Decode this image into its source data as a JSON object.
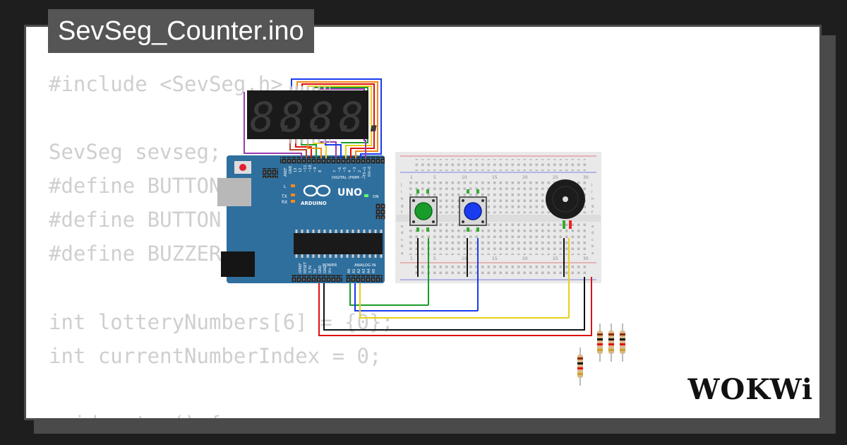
{
  "window": {
    "title": "SevSeg_Counter.ino"
  },
  "code_lines": [
    "#include <SevSeg.h>",
    "",
    "SevSeg sevseg;",
    "#define BUTTON",
    "#define BUTTON",
    "#define BUZZER",
    "",
    "int lotteryNumbers[6] = {0};",
    "int currentNumberIndex = 0;",
    "",
    "void setup() {"
  ],
  "code_text": "#include <SevSeg.h>\n\nSevSeg sevseg;\n#define BUTTON\n#define BUTTON\n#define BUZZER\n\nint lotteryNumbers[6] = {0};\nint currentNumberIndex = 0;\n\nvoid setup() {",
  "arduino": {
    "board_name": "UNO",
    "brand": "ARDUINO",
    "digital_label": "DIGITAL (PWM ~)",
    "analog_label": "ANALOG IN",
    "power_label": "POWER",
    "led_labels": [
      "L",
      "TX",
      "RX"
    ],
    "on_label": "ON",
    "aref_label": "AREF",
    "gnd_label": "GND",
    "digital_pins": [
      "13",
      "12",
      "~11",
      "~10",
      "~9",
      "8",
      "7",
      "~6",
      "~5",
      "4",
      "~3",
      "2",
      "TX→1",
      "RX←0"
    ],
    "power_pins": [
      "IOREF",
      "RESET",
      "3.3V",
      "5V",
      "GND",
      "GND",
      "Vin"
    ],
    "analog_pins": [
      "A0",
      "A1",
      "A2",
      "A3",
      "A4",
      "A5"
    ]
  },
  "display": {
    "digits": [
      "8.",
      "8.",
      "8.",
      "8."
    ]
  },
  "breadboard": {
    "column_numbers": [
      "1",
      "5",
      "10",
      "15",
      "20",
      "25",
      "30"
    ],
    "row_letters": [
      "j",
      "i",
      "h",
      "g",
      "f",
      "e",
      "d",
      "c",
      "b",
      "a"
    ]
  },
  "logo": "WOKWi",
  "colors": {
    "page_bg": "#1e1e1e",
    "card_border": "#4a4a4a",
    "title_bg": "#555555",
    "arduino_blue": "#2f6f9e",
    "button_green": "#1a9c2a",
    "button_blue": "#1a3cf0",
    "wire_red": "#e01010",
    "wire_yellow": "#e8d01a",
    "wire_purple": "#9a3ab0",
    "wire_orange": "#f08a1a"
  },
  "icons": [
    "seven-segment-display",
    "arduino-uno",
    "breadboard",
    "pushbutton",
    "buzzer",
    "resistor",
    "usb-port",
    "power-jack",
    "atmega-chip"
  ]
}
